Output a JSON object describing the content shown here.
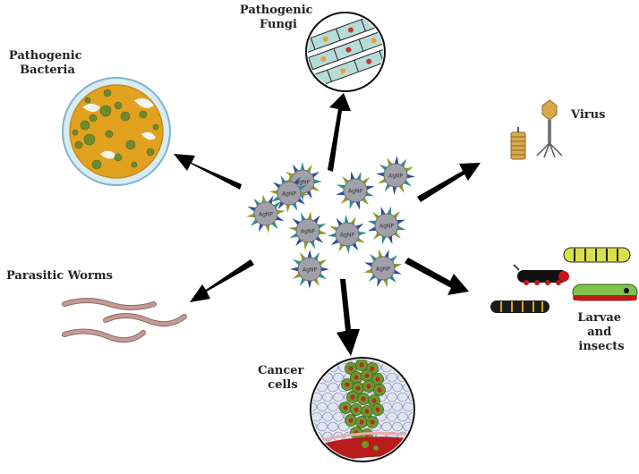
{
  "center": {
    "label": "AgNP",
    "particle_count": 10
  },
  "targets": [
    {
      "id": "fungi",
      "lines": [
        "Pathogenic",
        "Fungi"
      ]
    },
    {
      "id": "bacteria",
      "lines": [
        "Pathogenic",
        "Bacteria"
      ]
    },
    {
      "id": "virus",
      "lines": [
        "Virus"
      ]
    },
    {
      "id": "worms",
      "lines": [
        "Parasitic Worms"
      ]
    },
    {
      "id": "larvae",
      "lines": [
        "Larvae",
        "and",
        "insects"
      ]
    },
    {
      "id": "cancer",
      "lines": [
        "Cancer",
        "cells"
      ]
    }
  ],
  "colors": {
    "arrow": "#000000",
    "particle_core": "#a0a0a8",
    "spike_teal": "#2a8f8a",
    "spike_olive": "#8a9a2a",
    "spike_blue": "#2c4f9a",
    "petri_fill": "#e0a21e",
    "colony": "#6f8a2c",
    "worm": "#c49a94",
    "cancer_cell": "#6a9a2c",
    "cancer_nucleus": "#b82a2a",
    "normal_cell": "#dfe3f2",
    "vessel": "#b81c1c"
  }
}
